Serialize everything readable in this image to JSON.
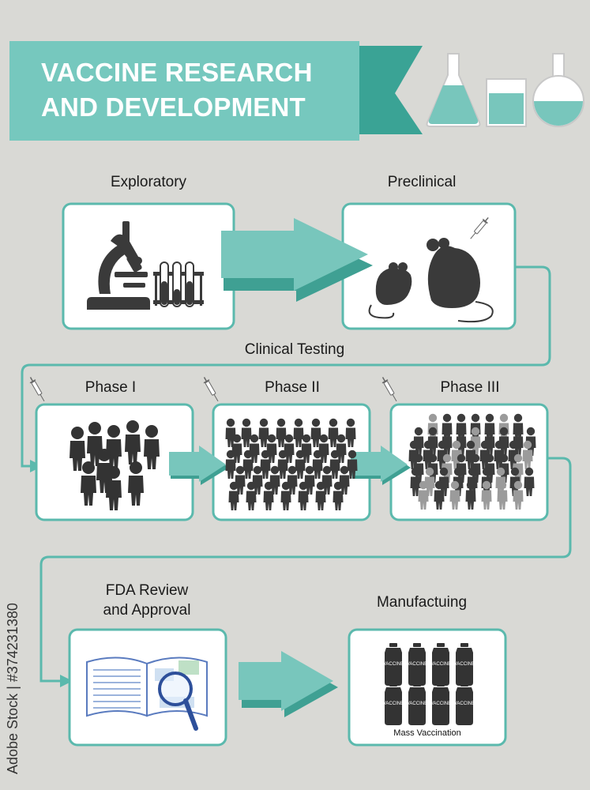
{
  "title": {
    "line1": "VACCINE RESEARCH",
    "line2": "AND DEVELOPMENT"
  },
  "colors": {
    "background": "#d9d9d5",
    "teal": "#72c5bc",
    "teal_dark": "#4aa89e",
    "box_border": "#5bb9ad",
    "figure_dark": "#3c3c3c",
    "figure_light": "#9b9b9b"
  },
  "stages": {
    "exploratory": "Exploratory",
    "preclinical": "Preclinical",
    "clinical_testing": "Clinical Testing",
    "phase1": "Phase I",
    "phase2": "Phase II",
    "phase3": "Phase III",
    "fda_line1": "FDA Review",
    "fda_line2": "and Approval",
    "manufacturing": "Manufactuing"
  },
  "vial_label": "VACCINE",
  "mass_vaccination": "Mass Vaccination",
  "watermark": "Adobe Stock | #374231380",
  "icons": [
    "flasks-icon",
    "microscope-icon",
    "test-tubes-icon",
    "mice-icon",
    "syringe-icon",
    "people-icon",
    "book-icon",
    "magnifier-icon",
    "vaccine-vial-icon"
  ]
}
